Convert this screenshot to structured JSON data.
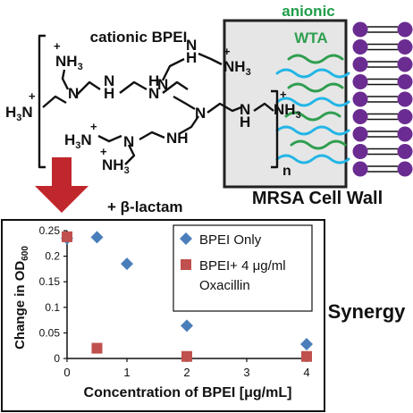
{
  "schematic": {
    "label_cationic": "cationic BPEI",
    "label_anionic": "anionic",
    "label_wta": "WTA",
    "label_cell_wall": "MRSA Cell Wall",
    "label_beta_lactam": "+ β-lactam",
    "label_synergy": "Synergy",
    "label_n": "n",
    "amine_NH3": "NH",
    "amine_NH": "NH",
    "amine_N": "N",
    "amine_H": "H",
    "sub_3": "3",
    "plus": "+",
    "colors": {
      "anionic_text": "#1f9d49",
      "wta_green": "#2f9e4f",
      "wta_cyan": "#22b5e6",
      "lipid_head": "#6a2c91",
      "arrow": "#c0272d",
      "cell_wall_fill": "#e6e6e6"
    }
  },
  "chart_data": {
    "type": "scatter",
    "xlabel": "Concentration of BPEI [μg/mL]",
    "ylabel_main": "Change in OD",
    "ylabel_sub": "600",
    "xlim": [
      0,
      4
    ],
    "ylim": [
      0,
      0.25
    ],
    "x_ticks": [
      0,
      1,
      2,
      3,
      4
    ],
    "y_ticks": [
      0,
      0.05,
      0.1,
      0.15,
      0.2,
      0.25
    ],
    "x_tick_labels": [
      "0",
      "1",
      "2",
      "3",
      "4"
    ],
    "y_tick_labels": [
      "0",
      "0.05",
      "0.1",
      "0.15",
      "0.2",
      "0.25"
    ],
    "legend_position": "top-right",
    "grid": false,
    "series": [
      {
        "name": "BPEI Only",
        "marker": "diamond",
        "color": "#4a7ebb",
        "points": [
          [
            0,
            0.235
          ],
          [
            0.5,
            0.237
          ],
          [
            1,
            0.185
          ],
          [
            2,
            0.064
          ],
          [
            4,
            0.028
          ]
        ]
      },
      {
        "name": "BPEI+ 4 μg/ml",
        "name_line2": "Oxacillin",
        "marker": "square",
        "color": "#c0504d",
        "points": [
          [
            0,
            0.238
          ],
          [
            0.5,
            0.02
          ],
          [
            2,
            0.004
          ],
          [
            4,
            0.004
          ]
        ]
      }
    ]
  }
}
